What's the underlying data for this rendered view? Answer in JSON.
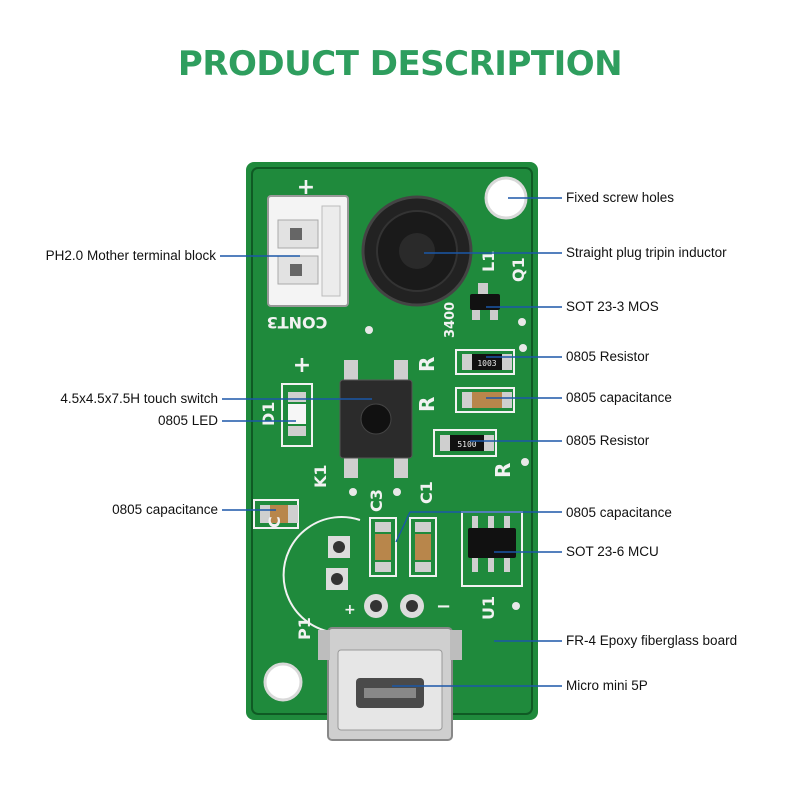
{
  "title": "PRODUCT DESCRIPTION",
  "colors": {
    "title": "#2e9e5e",
    "pcb": "#1f8a3c",
    "pcb_dark": "#0f5a24",
    "leader": "#1b57a8",
    "silk": "#f2f2f2",
    "pad": "#c8c8c8"
  },
  "labels": {
    "fixed_screw_holes": "Fixed screw holes",
    "straight_plug_inductor": "Straight plug tripin inductor",
    "sot23_3_mos": "SOT 23-3 MOS",
    "resistor_1": "0805 Resistor",
    "capacitance_1": "0805 capacitance",
    "resistor_2": "0805 Resistor",
    "capacitance_2": "0805 capacitance",
    "sot23_6_mcu": "SOT 23-6 MCU",
    "fr4_board": "FR-4 Epoxy fiberglass board",
    "micro_usb": "Micro mini 5P",
    "ph2_terminal": "PH2.0 Mother terminal block",
    "touch_switch": "4.5x4.5x7.5H touch switch",
    "led": "0805 LED",
    "capacitance_left": "0805 capacitance"
  },
  "silkscreen": {
    "cont3": "CONT3",
    "plus_top": "+",
    "plus_led": "+",
    "l1": "L1",
    "q1": "Q1",
    "code_3400": "3400",
    "r_a": "R",
    "r_b": "R",
    "r_c": "R",
    "d1": "D1",
    "k1": "K1",
    "c3": "C3",
    "c1": "C1",
    "c2": "C",
    "p1": "P1",
    "u1": "U1",
    "minus": "−",
    "plus_p": "+",
    "res_code_1": "1003",
    "res_code_2": "5100"
  }
}
